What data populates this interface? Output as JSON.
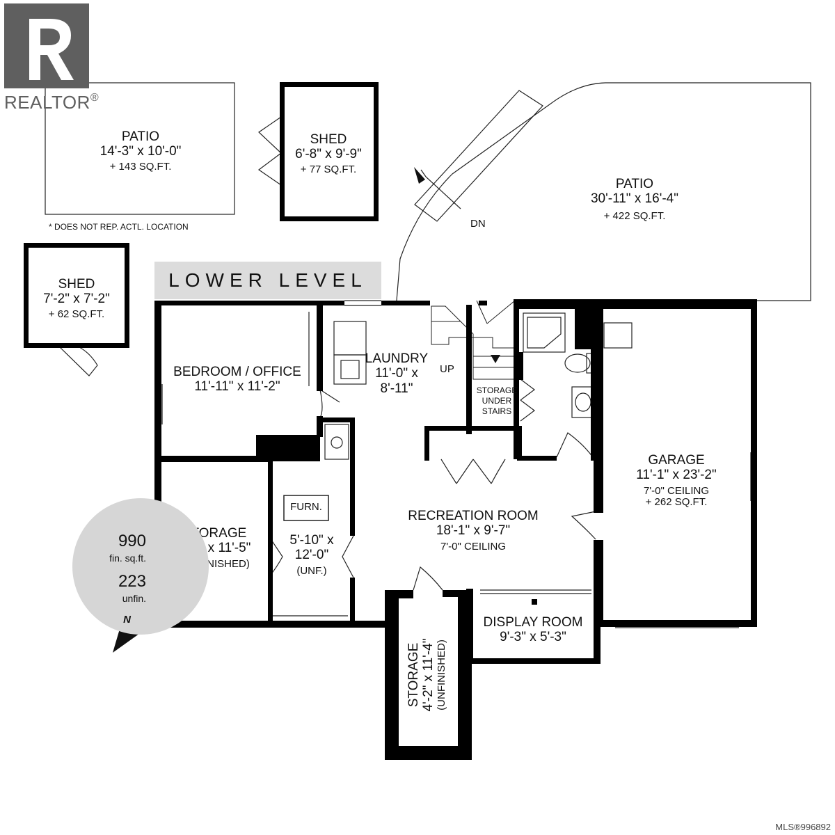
{
  "branding": {
    "logo_text": "REALTOR",
    "registered_mark": "®",
    "logo_color": "#5f5f5f",
    "mls_number": "MLS®996892"
  },
  "level": {
    "title": "LOWER LEVEL"
  },
  "note": "* DOES NOT REP. ACTL. LOCATION",
  "area_summary": {
    "finished_value": "990",
    "finished_label": "fin. sq.ft.",
    "unfinished_value": "223",
    "unfinished_label": "unfin.",
    "north_label": "N"
  },
  "rooms": {
    "patio_left": {
      "name": "PATIO",
      "dims": "14'-3\" x 10'-0\"",
      "area": "+ 143 SQ.FT."
    },
    "shed_top": {
      "name": "SHED",
      "dims": "6'-8\" x 9'-9\"",
      "area": "+ 77 SQ.FT."
    },
    "patio_right": {
      "name": "PATIO",
      "dims": "30'-11\" x 16'-4\"",
      "area": "+ 422 SQ.FT."
    },
    "shed_left": {
      "name": "SHED",
      "dims": "7'-2\" x 7'-2\"",
      "area": "+ 62 SQ.FT."
    },
    "bedroom": {
      "name": "BEDROOM / OFFICE",
      "dims": "11'-11\" x 11'-2\""
    },
    "laundry": {
      "name": "LAUNDRY",
      "dims_line1": "11'-0\" x",
      "dims_line2": "8'-11\""
    },
    "storage_under_stairs": {
      "line1": "STORAGE",
      "line2": "UNDER",
      "line3": "STAIRS"
    },
    "garage": {
      "name": "GARAGE",
      "dims": "11'-1\" x 23'-2\"",
      "ceiling": "7'-0\" CEILING",
      "area": "+ 262 SQ.FT."
    },
    "storage_left": {
      "name": "STORAGE",
      "dims": "8'-0\" x 11'-5\"",
      "status": "(UNFINISHED)"
    },
    "furnace_room": {
      "label": "FURN.",
      "dims_line1": "5'-10\" x",
      "dims_line2": "12'-0\"",
      "status": "(UNF.)"
    },
    "recreation": {
      "name": "RECREATION ROOM",
      "dims": "18'-1\" x 9'-7\"",
      "ceiling": "7'-0\" CEILING"
    },
    "display_room": {
      "name": "DISPLAY ROOM",
      "dims": "9'-3\" x 5'-3\""
    },
    "storage_bottom": {
      "name": "STORAGE",
      "dims": "4'-2\" x 11'-4\"",
      "status": "(UNFINISHED)"
    }
  },
  "stairs": {
    "down_label": "DN",
    "up_label": "UP"
  }
}
